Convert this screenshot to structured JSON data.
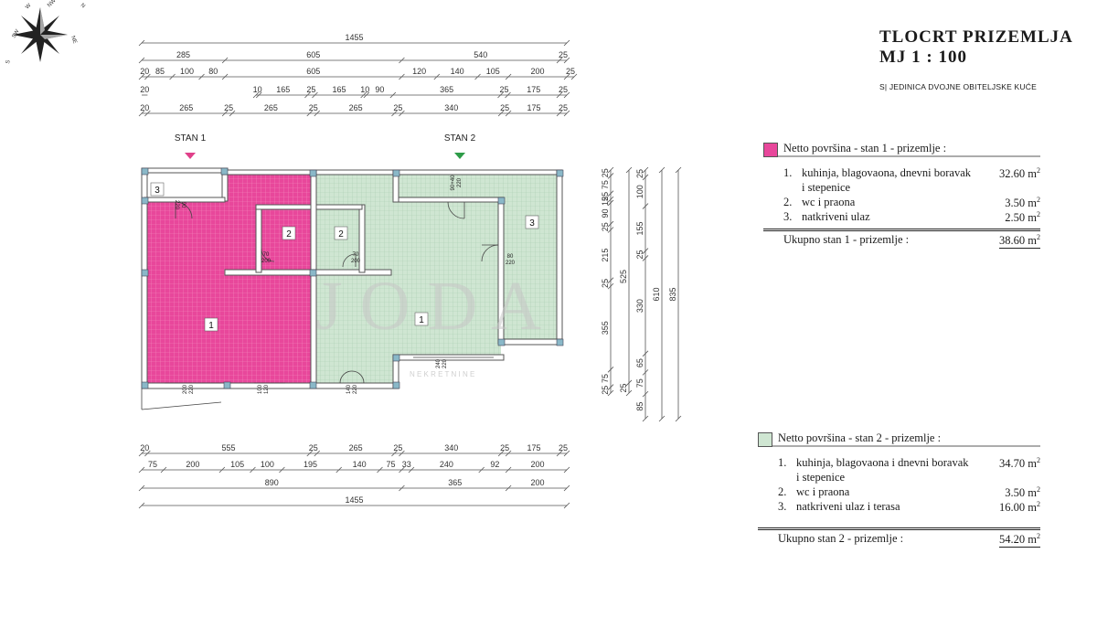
{
  "title_line1": "TLOCRT  PRIZEMLJA",
  "title_line2": "MJ 1 : 100",
  "subtitle": "S| JEDINICA DVOJNE OBITELJSKE KUĆE",
  "compass": [
    "N",
    "NE",
    "NW",
    "W",
    "SW",
    "S"
  ],
  "colors": {
    "stan1": "#e8479b",
    "stan2": "#cfe6d2",
    "wall": "#ffffff",
    "column": "#8ab8c8"
  },
  "stan_labels": [
    {
      "text": "STAN 1",
      "arrow_color": "#e0408a"
    },
    {
      "text": "STAN 2",
      "arrow_color": "#2e9c48"
    }
  ],
  "dims_top": [
    [
      "1455"
    ],
    [
      "285",
      "605",
      "540",
      "25"
    ],
    [
      "20",
      "85",
      "100",
      "80",
      "605",
      "120",
      "140",
      "105",
      "200",
      "25"
    ],
    [
      "20",
      "10",
      "165",
      "25",
      "165",
      "10",
      "90",
      "365",
      "25",
      "175",
      "25"
    ],
    [
      "20",
      "265",
      "25",
      "265",
      "25",
      "265",
      "25",
      "340",
      "25",
      "175",
      "25"
    ]
  ],
  "dims_bottom": [
    [
      "20",
      "555",
      "25",
      "265",
      "25",
      "340",
      "25",
      "175",
      "25"
    ],
    [
      "75",
      "200",
      "105",
      "100",
      "195",
      "140",
      "75",
      "33",
      "240",
      "92",
      "200"
    ],
    [
      "890",
      "365",
      "200"
    ],
    [
      "1455"
    ]
  ],
  "dims_right": [
    [
      "25",
      "75",
      "25",
      "15",
      "90",
      "25",
      "215",
      "25",
      "355",
      "75",
      "25"
    ],
    [
      "525",
      "25"
    ],
    [
      "25",
      "100",
      "155",
      "25",
      "330",
      "65",
      "75",
      "85"
    ],
    [
      "610"
    ],
    [
      "835"
    ]
  ],
  "room_numbers": [
    "3",
    "2",
    "2",
    "3",
    "1",
    "1"
  ],
  "openings": [
    "90 220",
    "70 200",
    "70 200",
    "90+40 220",
    "80 220",
    "200 220",
    "100 120",
    "140 220",
    "240 220"
  ],
  "watermark": {
    "main": "J O D A",
    "sub": "N E K R E T N I N E"
  },
  "legend1": {
    "header": "Netto površina - stan  1 - prizemlje :",
    "items": [
      {
        "num": "1.",
        "label": "kuhinja, blagovaona, dnevni boravak",
        "area": "32.60 m",
        "cont": "i stepenice"
      },
      {
        "num": "2.",
        "label": "wc i praona",
        "area": "3.50 m"
      },
      {
        "num": "3.",
        "label": "natkriveni ulaz",
        "area": "2.50 m"
      }
    ],
    "total_label": "Ukupno stan 1 - prizemlje :",
    "total_value": "38.60 m",
    "sq": "2"
  },
  "legend2": {
    "header": "Netto površina - stan  2 - prizemlje :",
    "items": [
      {
        "num": "1.",
        "label": "kuhinja, blagovaona i dnevni boravak",
        "area": "34.70 m",
        "cont": "i stepenice"
      },
      {
        "num": "2.",
        "label": "wc i praona",
        "area": "3.50 m"
      },
      {
        "num": "3.",
        "label": "natkriveni ulaz i terasa",
        "area": "16.00 m"
      }
    ],
    "total_label": "Ukupno stan 2 - prizemlje :",
    "total_value": "54.20 m",
    "sq": "2"
  }
}
